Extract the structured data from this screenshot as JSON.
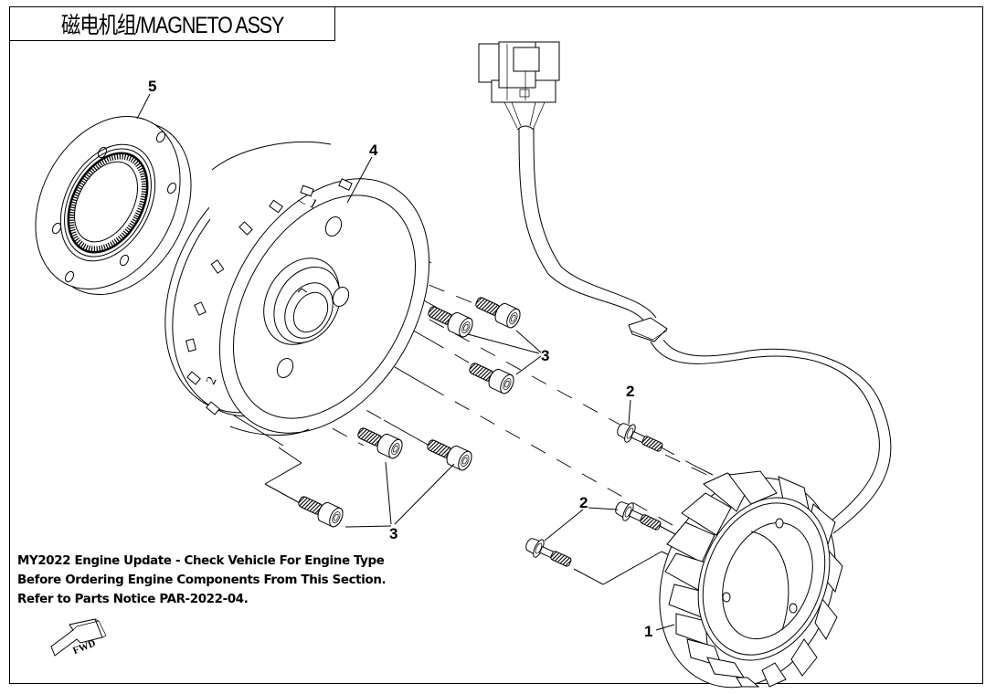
{
  "title": "磁电机组/MAGNETO ASSY",
  "notice": {
    "lines": [
      "MY2022 Engine Update - Check Vehicle For Engine Type",
      "Before Ordering Engine Components From This Section.",
      "Refer to Parts Notice PAR-2022-04."
    ]
  },
  "direction_indicator": {
    "label": "FWD",
    "icon": "arrow-icon"
  },
  "flywheel_marks": {
    "mark_1": "1",
    "mark_2": "2"
  },
  "callouts": [
    {
      "number": "1",
      "part": "stator"
    },
    {
      "number": "2",
      "part": "stator-bolt"
    },
    {
      "number": "2",
      "part": "stator-bolt"
    },
    {
      "number": "3",
      "part": "flywheel-socket-screw"
    },
    {
      "number": "3",
      "part": "flywheel-socket-screw"
    },
    {
      "number": "4",
      "part": "flywheel-rotor"
    },
    {
      "number": "5",
      "part": "one-way-starter-clutch"
    }
  ]
}
